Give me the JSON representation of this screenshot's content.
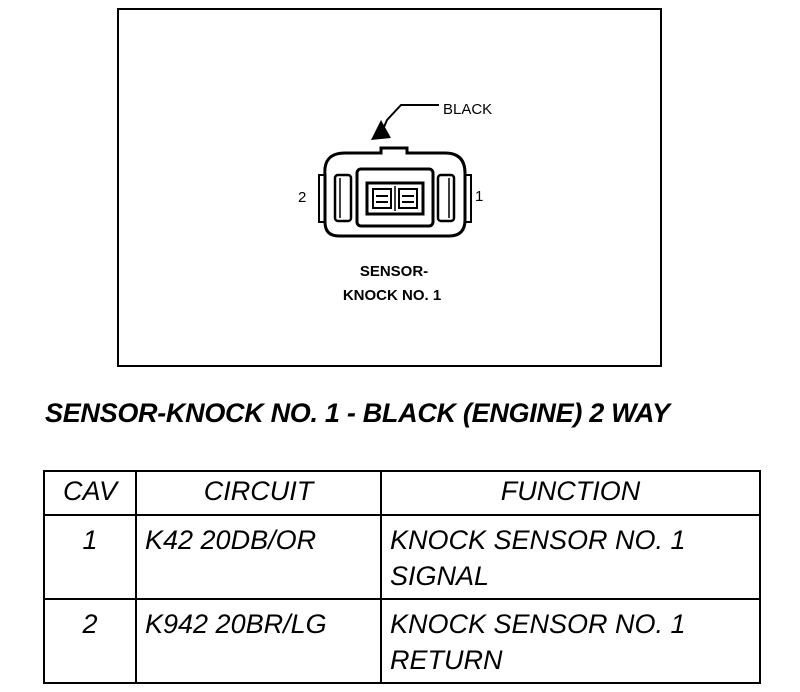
{
  "figure": {
    "wire_color_label": "BLACK",
    "pin_left_label": "2",
    "pin_right_label": "1",
    "caption_line1": "SENSOR-",
    "caption_line2": "KNOCK NO. 1"
  },
  "title": "SENSOR-KNOCK NO. 1 - BLACK (ENGINE) 2 WAY",
  "table": {
    "headers": [
      "CAV",
      "CIRCUIT",
      "FUNCTION"
    ],
    "rows": [
      {
        "cav": "1",
        "circuit": "K42 20DB/OR",
        "function": "KNOCK SENSOR NO. 1 SIGNAL"
      },
      {
        "cav": "2",
        "circuit": "K942 20BR/LG",
        "function": "KNOCK SENSOR NO. 1 RETURN"
      }
    ]
  }
}
